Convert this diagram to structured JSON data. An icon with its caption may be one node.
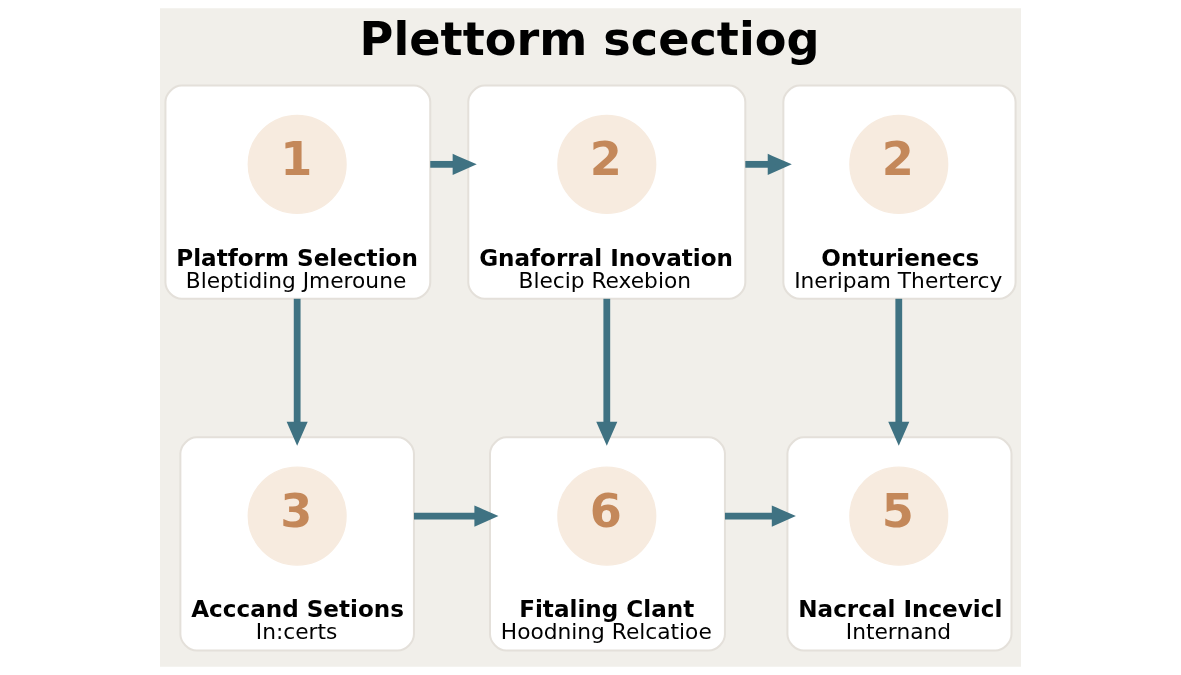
{
  "diagram": {
    "title": "Plettorm scectiog",
    "nodes": [
      {
        "text": [
          "Platform Selection",
          "Bleptiding Jmeroune"
        ]
      },
      {
        "text": [
          "1"
        ],
        "in": 0
      },
      {
        "text": [
          "Gnaforral Inovation",
          "Blecip Rexebion"
        ]
      },
      {
        "text": [
          "2"
        ],
        "in": 2
      },
      {
        "text": [
          "Onturienecs",
          "Ineripam Thertercy"
        ]
      },
      {
        "text": [
          "2"
        ],
        "in": 4
      },
      {
        "text": [
          "Acccand Setions",
          "In:certs"
        ]
      },
      {
        "text": [
          "3"
        ],
        "in": 6
      },
      {
        "text": [
          "Fitaling Clant",
          "Hoodning Relcatioe"
        ]
      },
      {
        "text": [
          "6"
        ],
        "in": 8
      },
      {
        "text": [
          "Nacrcal Incevicl",
          "Internand"
        ]
      },
      {
        "text": [
          "5"
        ],
        "in": 10
      }
    ],
    "edges": [
      {
        "from": 0,
        "to": 2,
        "arrow": "to"
      },
      {
        "from": 2,
        "to": 4,
        "arrow": "to"
      },
      {
        "from": 0,
        "to": 6,
        "arrow": "to"
      },
      {
        "from": 2,
        "to": 8,
        "arrow": "to"
      },
      {
        "from": 4,
        "to": 10,
        "arrow": "to"
      },
      {
        "from": 6,
        "to": 8,
        "arrow": "to"
      },
      {
        "from": 8,
        "to": 10,
        "arrow": "to"
      }
    ]
  }
}
